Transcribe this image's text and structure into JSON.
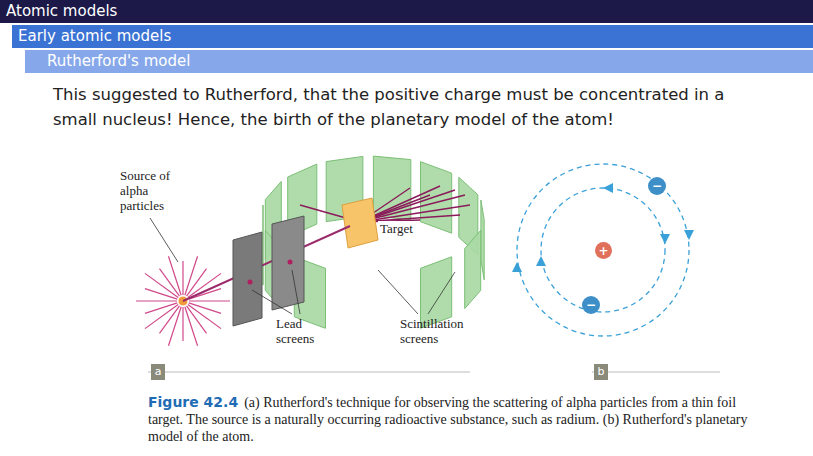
{
  "diagram": {
    "caption": "(a) Rutherford's technique for observing the scattering of alpha particles from a thin foil target. The source is a naturally occurring radioactive substance, such as radium. (b) Rutherford's planetary model of the atom.",
    "nodes": [
      {
        "text": [
          "Atomic models"
        ]
      },
      {
        "text": [
          "Early atomic models"
        ]
      },
      {
        "text": [
          "Rutherford's model"
        ]
      },
      {
        "text": [
          "−"
        ]
      },
      {
        "text": [
          "+"
        ]
      },
      {
        "text": [
          "−"
        ]
      }
    ],
    "labels": [
      "This suggested to Rutherford, that the positive charge must be concentrated in a small nucleus! Hence, the birth of the planetary model of the atom!",
      "Source of alpha particles",
      "Target",
      "Lead screens",
      "Scintillation screens",
      "a",
      "b",
      "Figure 42.4"
    ]
  }
}
